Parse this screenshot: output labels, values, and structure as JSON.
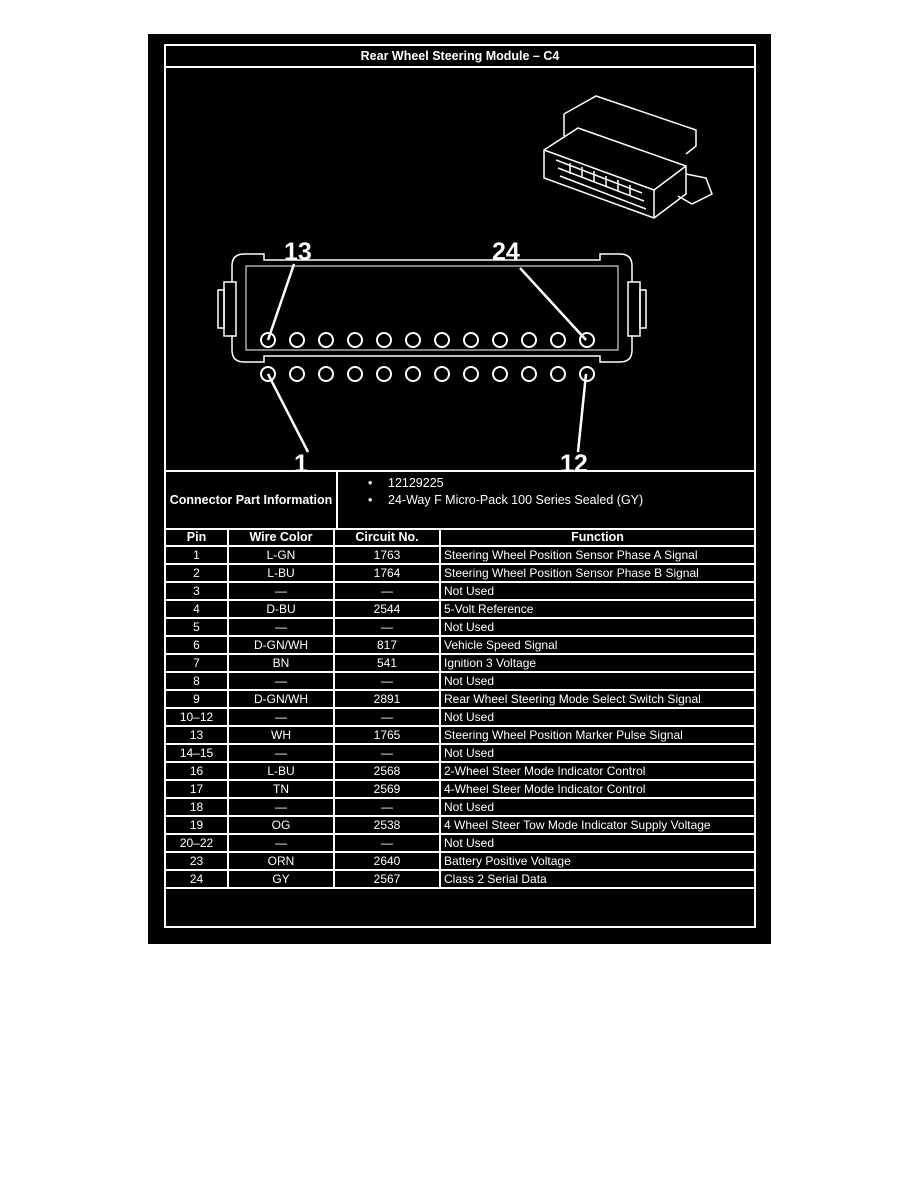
{
  "title": "Rear Wheel Steering Module – C4",
  "callouts": {
    "top_left": "13",
    "top_right": "24",
    "bottom_left": "1",
    "bottom_right": "12"
  },
  "connector": {
    "label": "Connector Part Information",
    "items": [
      "12129225",
      "24-Way F Micro-Pack 100 Series Sealed (GY)"
    ]
  },
  "table": {
    "headers": [
      "Pin",
      "Wire Color",
      "Circuit No.",
      "Function"
    ],
    "rows": [
      [
        "1",
        "L-GN",
        "1763",
        "Steering Wheel Position Sensor Phase A Signal"
      ],
      [
        "2",
        "L-BU",
        "1764",
        "Steering Wheel Position Sensor Phase B Signal"
      ],
      [
        "3",
        "—",
        "—",
        "Not Used"
      ],
      [
        "4",
        "D-BU",
        "2544",
        "5-Volt Reference"
      ],
      [
        "5",
        "—",
        "—",
        "Not Used"
      ],
      [
        "6",
        "D-GN/WH",
        "817",
        "Vehicle Speed Signal"
      ],
      [
        "7",
        "BN",
        "541",
        "Ignition 3 Voltage"
      ],
      [
        "8",
        "—",
        "—",
        "Not Used"
      ],
      [
        "9",
        "D-GN/WH",
        "2891",
        "Rear Wheel Steering Mode Select Switch Signal"
      ],
      [
        "10–12",
        "—",
        "—",
        "Not Used"
      ],
      [
        "13",
        "WH",
        "1765",
        "Steering Wheel Position Marker Pulse Signal"
      ],
      [
        "14–15",
        "—",
        "—",
        "Not Used"
      ],
      [
        "16",
        "L-BU",
        "2568",
        "2-Wheel Steer Mode Indicator Control"
      ],
      [
        "17",
        "TN",
        "2569",
        "4-Wheel Steer Mode Indicator Control"
      ],
      [
        "18",
        "—",
        "—",
        "Not Used"
      ],
      [
        "19",
        "OG",
        "2538",
        "4 Wheel Steer Tow Mode Indicator Supply Voltage"
      ],
      [
        "20–22",
        "—",
        "—",
        "Not Used"
      ],
      [
        "23",
        "ORN",
        "2640",
        "Battery Positive Voltage"
      ],
      [
        "24",
        "GY",
        "2567",
        "Class 2 Serial Data"
      ]
    ]
  }
}
